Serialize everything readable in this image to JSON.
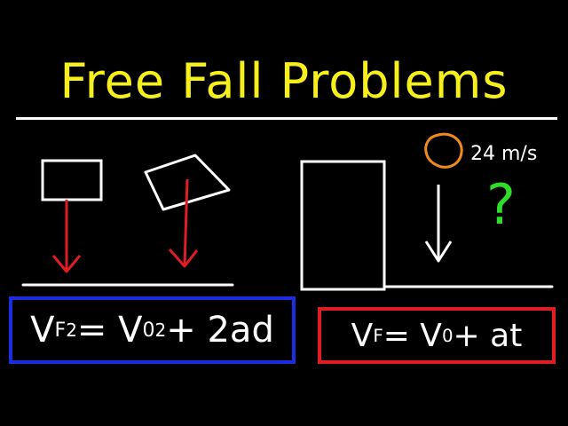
{
  "title": "Free Fall Problems",
  "speed_label": "24 m/s",
  "question_mark": "?",
  "equations": {
    "left": {
      "v": "V",
      "f": "F",
      "sq": "2",
      "eq": " = V",
      "zero": "0",
      "sq2": "2",
      "rest": " + 2ad"
    },
    "right": {
      "v": "V",
      "f": "F",
      "eq": " = V",
      "zero": "0",
      "rest": " + at"
    }
  },
  "colors": {
    "title": "#f7ef1c",
    "arrow_red": "#e01c24",
    "box_blue": "#1c2ce0",
    "box_red": "#e01c24",
    "ball_orange": "#f08a1c",
    "question_green": "#2fdc2a",
    "background": "#000000",
    "ink": "#ffffff"
  }
}
